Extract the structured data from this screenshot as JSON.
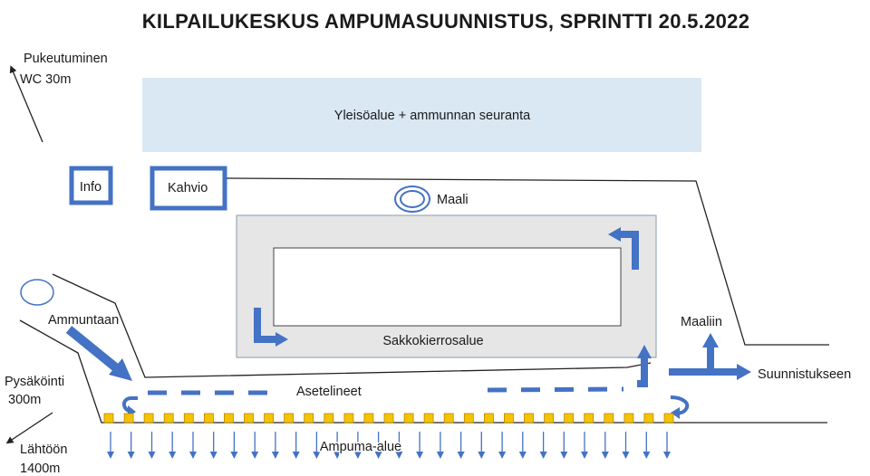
{
  "title": "KILPAILUKESKUS AMPUMASUUNNISTUS, SPRINTTI 20.5.2022",
  "labels": {
    "pukeutuminen": "Pukeutuminen",
    "wc": "WC 30m",
    "yleisoalue": "Yleisöalue + ammunnan seuranta",
    "info": "Info",
    "kahvio": "Kahvio",
    "maali": "Maali",
    "ammuntaan": "Ammuntaan",
    "sakkokierrosalue": "Sakkokierrosalue",
    "maaliin": "Maaliin",
    "suunnistukseen": "Suunnistukseen",
    "pysakointi": "Pysäköinti",
    "pysakointi_dist": "300m",
    "asetelineet": "Asetelineet",
    "lahtoon": "Lähtöön",
    "lahtoon_dist": "1400m",
    "ampuma_alue": "Ampuma-alue"
  },
  "colors": {
    "accent_blue": "#4472c4",
    "audience_fill": "#dae8f3",
    "penalty_fill": "#e6e6e6",
    "target_yellow": "#f5c400",
    "line": "#222222"
  },
  "shooting_targets_count": 29,
  "shooting_arrows_count": 28
}
